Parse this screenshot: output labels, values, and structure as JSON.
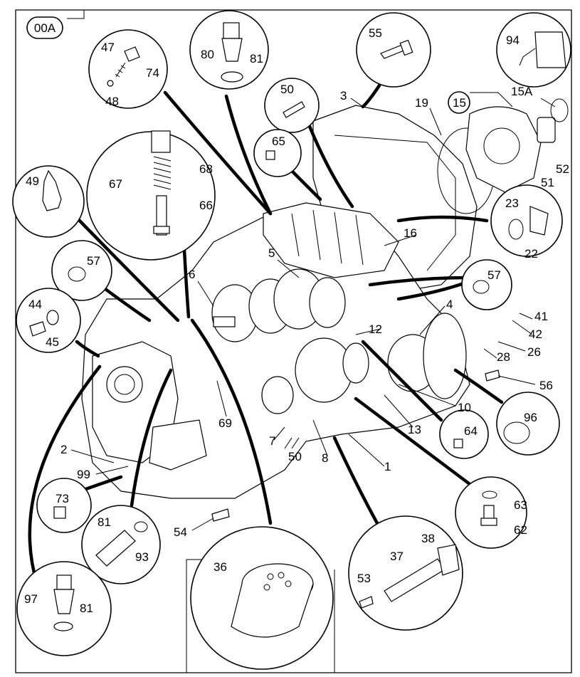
{
  "diagram": {
    "corner_mark": "",
    "section_badge": "00A",
    "callouts": {
      "c94": "94",
      "c55": "55",
      "c80": "80",
      "c81a": "81",
      "c47": "47",
      "c74": "74",
      "c48": "48",
      "c3": "3",
      "c19": "19",
      "c15": "15",
      "c15A": "15A",
      "c50a": "50",
      "c65": "65",
      "c68": "68",
      "c67": "67",
      "c66": "66",
      "c49": "49",
      "c52": "52",
      "c51": "51",
      "c23": "23",
      "c22": "22",
      "c16": "16",
      "c5": "5",
      "c57a": "57",
      "c57b": "57",
      "c6": "6",
      "c44": "44",
      "c45": "45",
      "c4": "4",
      "c41": "41",
      "c42": "42",
      "c12": "12",
      "c26": "26",
      "c28": "28",
      "c56": "56",
      "c10": "10",
      "c96": "96",
      "c69": "69",
      "c13": "13",
      "c64": "64",
      "c7": "7",
      "c50b": "50",
      "c8": "8",
      "c2": "2",
      "c1": "1",
      "c99": "99",
      "c73": "73",
      "c63": "63",
      "c81b": "81",
      "c62": "62",
      "c54": "54",
      "c93": "93",
      "c36": "36",
      "c38": "38",
      "c37": "37",
      "c53": "53",
      "c97": "97",
      "c81c": "81"
    }
  }
}
